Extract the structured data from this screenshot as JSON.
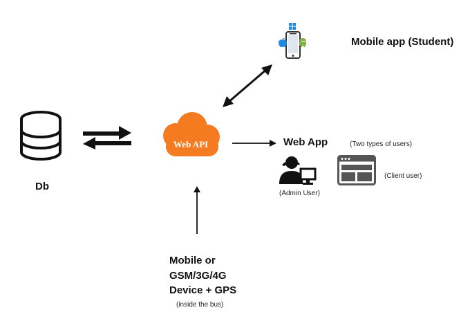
{
  "nodes": {
    "db": {
      "label": "Db"
    },
    "web_api": {
      "label": "Web API",
      "color": "#f47b20"
    },
    "mobile_app": {
      "label": "Mobile app (Student)"
    },
    "web_app": {
      "label": "Web App",
      "note": "(Two types of users)",
      "admin_label": "(Admin User)",
      "client_label": "(Client user)"
    },
    "device": {
      "line1": "Mobile or",
      "line2": "GSM/3G/4G",
      "line3": "Device + GPS",
      "note": "(inside the bus)"
    }
  },
  "colors": {
    "orange": "#f47b20",
    "dark": "#111111",
    "android_green": "#7cb342",
    "blue": "#1e88e5"
  }
}
